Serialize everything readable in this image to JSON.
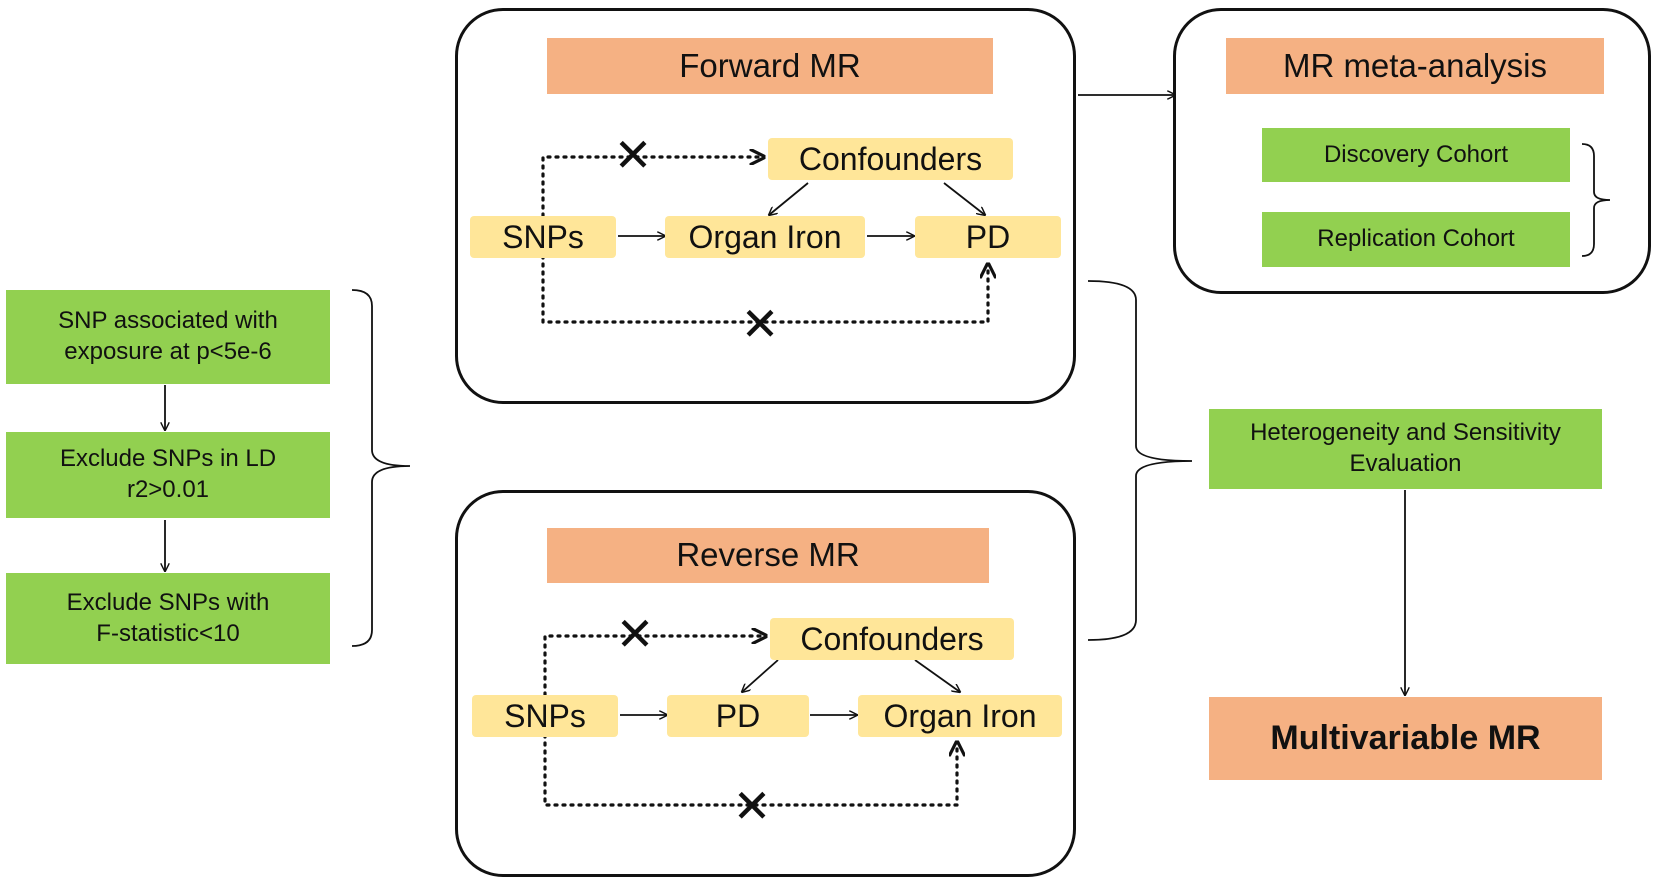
{
  "colors": {
    "orange": "#f5b183",
    "green": "#92d050",
    "yellow": "#ffe699",
    "line": "#111111"
  },
  "forward": {
    "title": "Forward MR",
    "snps": "SNPs",
    "confounders": "Confounders",
    "exposure": "Organ Iron",
    "outcome": "PD"
  },
  "reverse": {
    "title": "Reverse MR",
    "snps": "SNPs",
    "confounders": "Confounders",
    "exposure": "PD",
    "outcome": "Organ Iron"
  },
  "selection_steps": [
    "SNP associated with\nexposure at p<5e-6",
    "Exclude SNPs in LD\nr2>0.01",
    "Exclude SNPs with\nF-statistic<10"
  ],
  "meta": {
    "title": "MR meta-analysis",
    "discovery": "Discovery Cohort",
    "replication": "Replication Cohort"
  },
  "evaluation": "Heterogeneity and Sensitivity\nEvaluation",
  "multivariable": "Multivariable MR",
  "cross_symbol": "✕"
}
